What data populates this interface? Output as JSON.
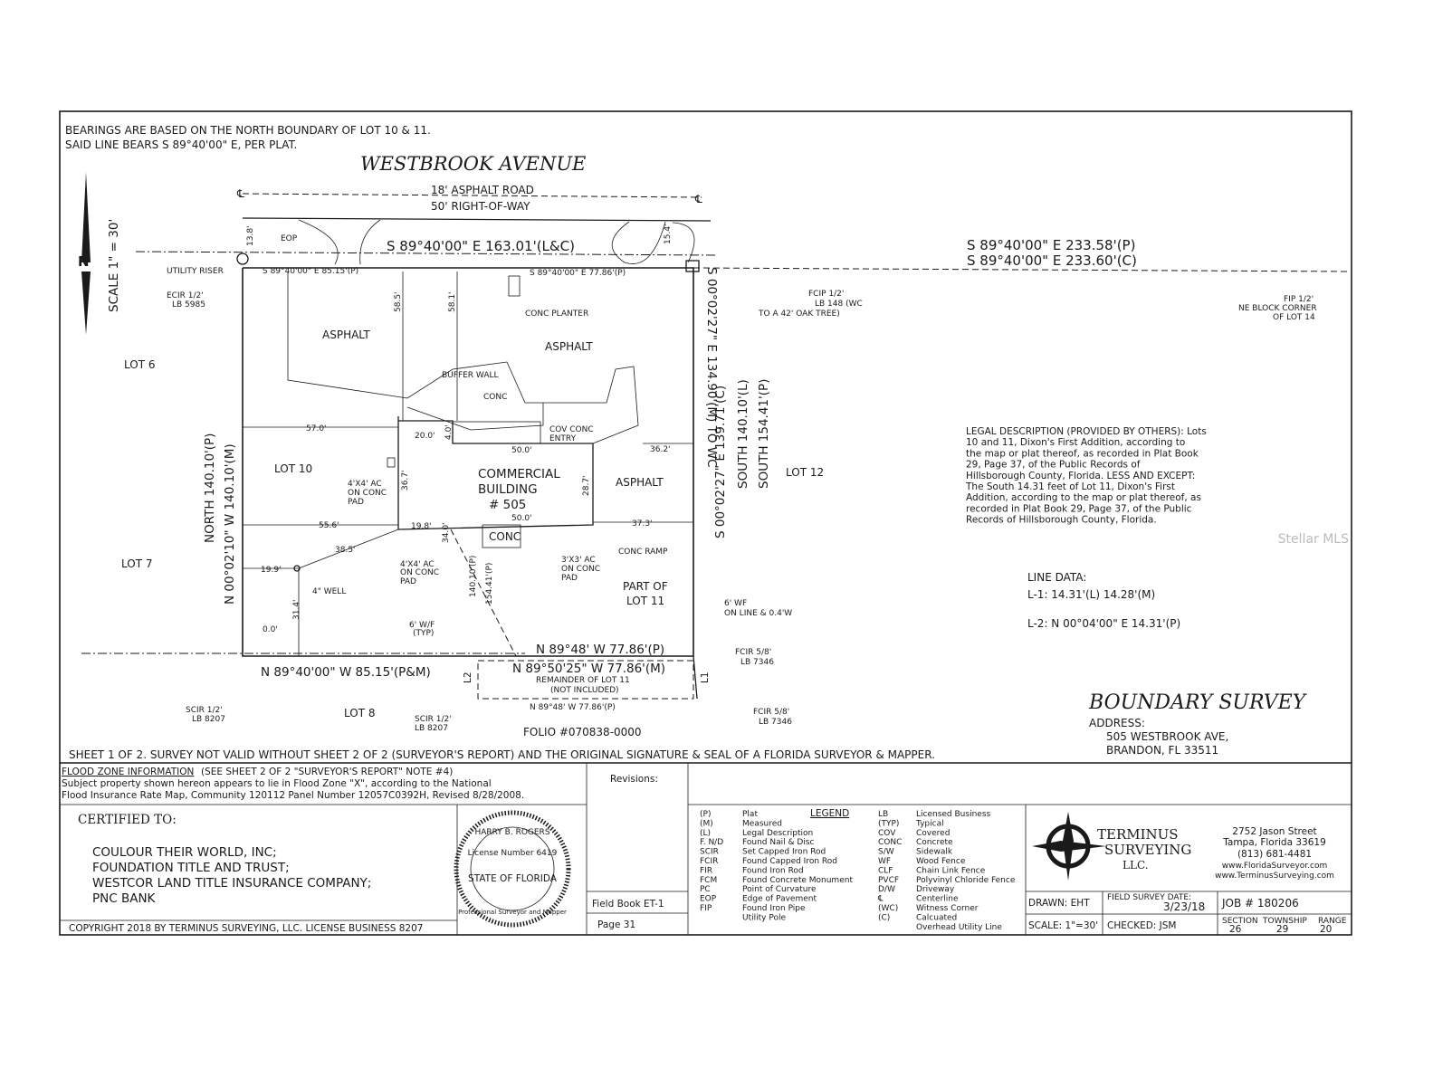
{
  "header": {
    "bearings_line1": "BEARINGS ARE BASED ON THE NORTH BOUNDARY OF LOT 10 & 11.",
    "bearings_line2": "SAID LINE BEARS S 89°40'00\" E, PER PLAT.",
    "street_name": "WESTBROOK AVENUE",
    "road": "18' ASPHALT ROAD",
    "right_of_way": "50' RIGHT-OF-WAY",
    "centerline_symbol": "℄",
    "scale_label": "SCALE 1\" = 30'"
  },
  "plat": {
    "north_bearing_main": "S 89°40'00\" E 163.01'(L&C)",
    "north_bearing_left": "S 89°40'00\" E 85.15'(P)",
    "north_bearing_right": "S 89°40'00\" E 77.86'(P)",
    "ext_bearing_p": "S 89°40'00\" E 233.58'(P)",
    "ext_bearing_c": "S 89°40'00\" E 233.60'(C)",
    "eop": "EOP",
    "dim_13_8": "13.8'",
    "dim_15_4": "15.4'",
    "utility_riser": "UTILITY RISER",
    "ecir": "ECIR 1/2'",
    "ecir_lb": "LB 5985",
    "fcip": "FCIP 1/2'",
    "fcip_lb": "LB 148 (WC",
    "fcip_tree": "TO A 42' OAK TREE)",
    "fip": "FIP 1/2'",
    "ne_corner1": "NE BLOCK CORNER",
    "ne_corner2": "OF LOT 14",
    "conc_planter": "CONC PLANTER",
    "asphalt1": "ASPHALT",
    "asphalt2": "ASPHALT",
    "asphalt3": "ASPHALT",
    "buffer_wall": "BUFFER WALL",
    "conc": "CONC",
    "conc2": "CONC",
    "cov_entry1": "COV CONC",
    "cov_entry2": "ENTRY",
    "lot6": "LOT 6",
    "lot7": "LOT 7",
    "lot8": "LOT 8",
    "lot10": "LOT 10",
    "lot12": "LOT 12",
    "part_lot11_1": "PART OF",
    "part_lot11_2": "LOT 11",
    "building1": "COMMERCIAL",
    "building2": "BUILDING",
    "building3": "# 505",
    "dim_58_5": "58.5'",
    "dim_58_1": "58.1'",
    "dim_57": "57.0'",
    "dim_20": "20.0'",
    "dim_4": "4.0'",
    "dim_50a": "50.0'",
    "dim_50b": "50.0'",
    "dim_36_2": "36.2'",
    "dim_36_7": "36.7'",
    "dim_28_7": "28.7'",
    "dim_55_6": "55.6'",
    "dim_19_8": "19.8'",
    "dim_34": "34.0'",
    "dim_37_3": "37.3'",
    "dim_38_5": "38.5'",
    "dim_19_9": "19.9'",
    "dim_31_4": "31.4'",
    "dim_0": "0.0'",
    "dim_140_p": "140.10'(P)",
    "dim_154_p": "154.41'(P)",
    "ac_left1": "4'X4' AC",
    "ac_left2": "ON CONC",
    "ac_left3": "PAD",
    "ac_mid1": "4'X4' AC",
    "ac_mid2": "ON CONC",
    "ac_mid3": "PAD",
    "ac_right1": "3'X3' AC",
    "ac_right2": "ON CONC",
    "ac_right3": "PAD",
    "conc_ramp": "CONC RAMP",
    "well": "4\" WELL",
    "west_p": "NORTH 140.10'(P)",
    "west_m": "N 00°02'10\" W 140.10'(M)",
    "east_m": "S 00°02'27\" E 134.90'(M) TO WC",
    "east_c": "S 00°02'27\" E 139.71'(C)",
    "east_l": "SOUTH 140.10'(L)",
    "east_p": "SOUTH 154.41'(P)",
    "south_right_p": "N 89°48' W 77.86'(P)",
    "south_right_m": "N 89°50'25\" W 77.86'(M)",
    "south_left": "N 89°40'00\" W 85.15'(P&M)",
    "wf_typ1": "6' W/F",
    "wf_typ2": "(TYP)",
    "wf_line1": "6' WF",
    "wf_line2": "ON LINE & 0.4'W",
    "fcir1": "FCIR 5/8'",
    "fcir1_lb": "LB 7346",
    "fcir2": "FCIR 5/8'",
    "fcir2_lb": "LB 7346",
    "remainder1": "REMAINDER OF LOT 11",
    "remainder2": "(NOT INCLUDED)",
    "remainder_p": "N 89°48' W 77.86'(P)",
    "l1": "L1",
    "l2": "L2",
    "scir_left": "SCIR 1/2'",
    "scir_left_lb": "LB 8207",
    "scir_mid": "SCIR 1/2'",
    "scir_mid_lb": "LB 8207",
    "folio": "FOLIO #070838-0000"
  },
  "legal": {
    "lines": [
      "LEGAL DESCRIPTION (PROVIDED BY OTHERS): Lots",
      "10 and 11, Dixon's First Addition, according to",
      "the map or plat thereof, as recorded in Plat Book",
      "29, Page 37, of the Public Records of",
      "Hillsborough County, Florida. LESS AND EXCEPT:",
      "The South 14.31 feet of Lot 11, Dixon's First",
      "Addition, according to the map or plat thereof, as",
      "recorded in Plat Book 29, Page 37, of the Public",
      "Records of Hillsborough County, Florida."
    ],
    "line_data_title": "LINE DATA:",
    "l1": "L-1:  14.31'(L) 14.28'(M)",
    "l2": "L-2:  N 00°04'00\" E 14.31'(P)"
  },
  "title": {
    "survey_type": "BOUNDARY SURVEY",
    "address_label": "ADDRESS:",
    "address1": "505 WESTBROOK AVE,",
    "address2": "BRANDON, FL 33511",
    "watermark": "Stellar MLS"
  },
  "sheet_note": "SHEET 1 OF 2. SURVEY NOT VALID WITHOUT SHEET 2 OF 2 (SURVEYOR'S REPORT) AND THE ORIGINAL SIGNATURE & SEAL OF A FLORIDA SURVEYOR & MAPPER.",
  "flood": {
    "heading": "FLOOD ZONE INFORMATION",
    "heading_rest": " (SEE SHEET 2 OF 2 \"SURVEYOR'S REPORT\" NOTE #4)",
    "line1": "Subject property shown hereon appears to lie in Flood Zone \"X\", according to the National",
    "line2": "Flood Insurance Rate Map, Community 120112 Panel Number 12057C0392H, Revised 8/28/2008."
  },
  "certified": {
    "title": "CERTIFIED TO:",
    "parties": [
      "COULOUR THEIR WORLD, INC;",
      "FOUNDATION TITLE AND TRUST;",
      "WESTCOR LAND TITLE INSURANCE COMPANY;",
      "PNC BANK"
    ],
    "copyright": "COPYRIGHT 2018 BY TERMINUS SURVEYING, LLC. LICENSE BUSINESS 8207"
  },
  "seal": {
    "name": "HARRY B. ROGERS",
    "license": "License Number 6419",
    "state": "STATE OF FLORIDA",
    "role": "Professional Surveyor and Mapper"
  },
  "revisions": {
    "label": "Revisions:",
    "field_book": "Field Book  ET-1",
    "page": "Page   31"
  },
  "legend": {
    "title": "LEGEND",
    "left": [
      [
        "(P)",
        "Plat"
      ],
      [
        "(M)",
        "Measured"
      ],
      [
        "(L)",
        "Legal Description"
      ],
      [
        "F. N/D",
        "Found Nail & Disc"
      ],
      [
        "SCIR",
        "Set Capped Iron Rod"
      ],
      [
        "FCIR",
        "Found Capped Iron Rod"
      ],
      [
        "FIR",
        "Found Iron Rod"
      ],
      [
        "FCM",
        "Found Concrete Monument"
      ],
      [
        "PC",
        "Point of Curvature"
      ],
      [
        "EOP",
        "Edge of Pavement"
      ],
      [
        "FIP",
        "Found Iron Pipe"
      ],
      [
        "",
        "Utility Pole"
      ]
    ],
    "right": [
      [
        "LB",
        "Licensed Business"
      ],
      [
        "(TYP)",
        "Typical"
      ],
      [
        "COV",
        "Covered"
      ],
      [
        "CONC",
        "Concrete"
      ],
      [
        "S/W",
        "Sidewalk"
      ],
      [
        "WF",
        "Wood Fence"
      ],
      [
        "CLF",
        "Chain Link Fence"
      ],
      [
        "PVCF",
        "Polyvinyl Chloride Fence"
      ],
      [
        "D/W",
        "Driveway"
      ],
      [
        "℄",
        "Centerline"
      ],
      [
        "(WC)",
        "Witness Corner"
      ],
      [
        "(C)",
        "Calcuated"
      ],
      [
        "",
        "Overhead Utility Line"
      ]
    ]
  },
  "company": {
    "name1": "TERMINUS",
    "name2": "SURVEYING",
    "name3": "LLC.",
    "street": "2752 Jason Street",
    "city": "Tampa, Florida 33619",
    "phone": "(813) 681-4481",
    "web1": "www.FloridaSurveyor.com",
    "web2": "www.TerminusSurveying.com"
  },
  "block": {
    "drawn": "DRAWN: EHT",
    "field_date_label": "FIELD SURVEY DATE:",
    "field_date": "3/23/18",
    "job": "JOB #   180206",
    "scale": "SCALE: 1\"=30'",
    "checked": "CHECKED: JSM",
    "section_label": "SECTION",
    "township_label": "TOWNSHIP",
    "range_label": "RANGE",
    "section": "26",
    "township": "29",
    "range": "20"
  }
}
